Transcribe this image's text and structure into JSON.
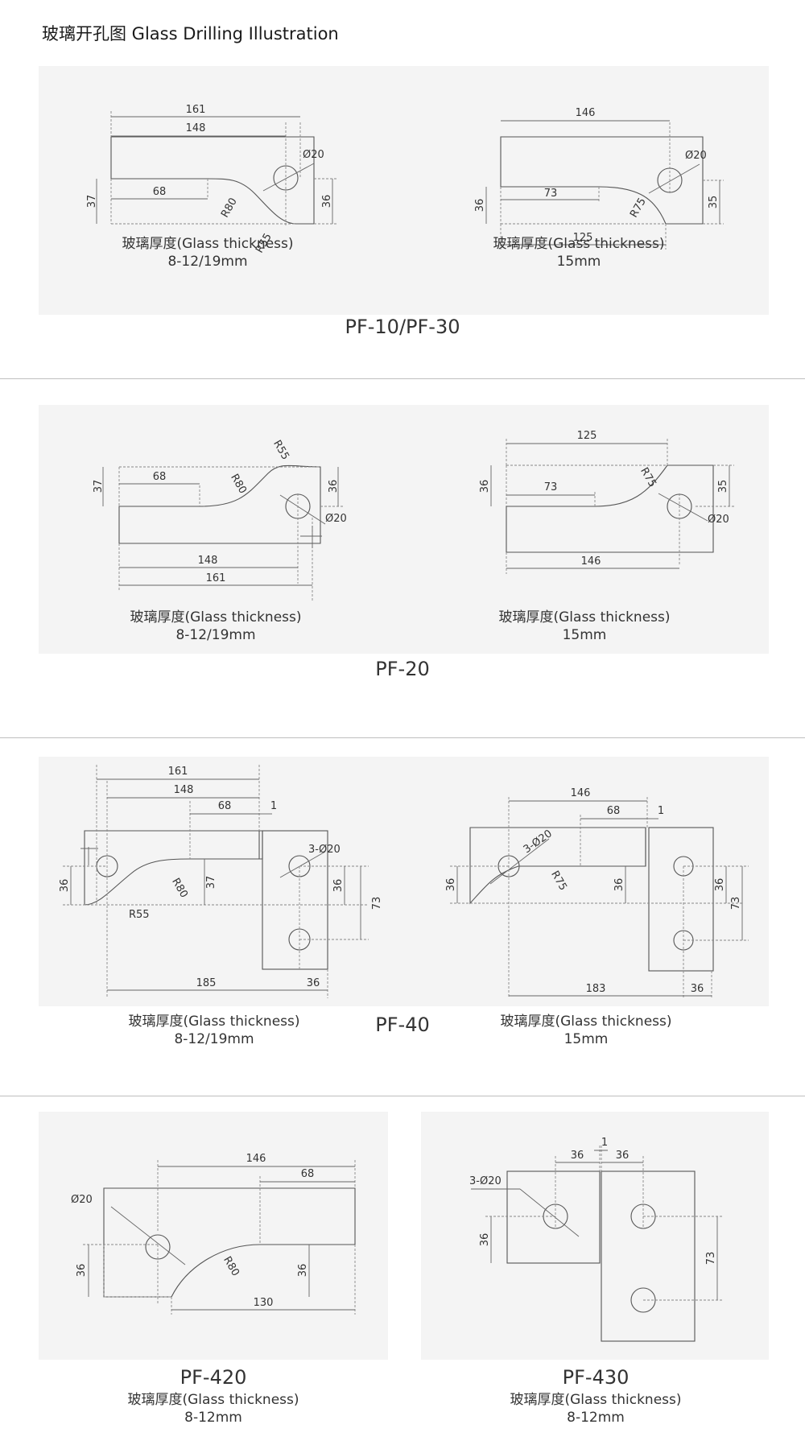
{
  "page": {
    "title": "玻璃开孔图  Glass Drilling Illustration"
  },
  "sections": [
    {
      "model": "PF-10/PF-30",
      "left": {
        "thickness_label": "玻璃厚度(Glass thickness)",
        "thickness_value": "8-12/19mm",
        "dims": {
          "w161": "161",
          "w148": "148",
          "w68": "68",
          "h37": "37",
          "h36": "36",
          "r80": "R80",
          "r55": "R55",
          "hole": "Ø20"
        }
      },
      "right": {
        "thickness_label": "玻璃厚度(Glass thickness)",
        "thickness_value": "15mm",
        "dims": {
          "w146": "146",
          "w73": "73",
          "w125": "125",
          "h36": "36",
          "h35": "35",
          "r75": "R75",
          "hole": "Ø20"
        }
      }
    },
    {
      "model": "PF-20",
      "left": {
        "thickness_label": "玻璃厚度(Glass thickness)",
        "thickness_value": "8-12/19mm",
        "dims": {
          "w161": "161",
          "w148": "148",
          "w68": "68",
          "h37": "37",
          "h36": "36",
          "r80": "R80",
          "r55": "R55",
          "hole": "Ø20"
        }
      },
      "right": {
        "thickness_label": "玻璃厚度(Glass thickness)",
        "thickness_value": "15mm",
        "dims": {
          "w125": "125",
          "w73": "73",
          "w146": "146",
          "h36": "36",
          "h35": "35",
          "r75": "R75",
          "hole": "Ø20"
        }
      }
    },
    {
      "model": "PF-40",
      "left": {
        "thickness_label": "玻璃厚度(Glass thickness)",
        "thickness_value": "8-12/19mm",
        "dims": {
          "w161": "161",
          "w148": "148",
          "w68": "68",
          "gap1": "1",
          "h36a": "36",
          "h37": "37",
          "h36b": "36",
          "h73": "73",
          "r80": "R80",
          "r55": "R55",
          "holes": "3-Ø20",
          "w185": "185",
          "w36": "36"
        }
      },
      "right": {
        "thickness_label": "玻璃厚度(Glass thickness)",
        "thickness_value": "15mm",
        "dims": {
          "w146": "146",
          "w68": "68",
          "gap1": "1",
          "h36a": "36",
          "h36b": "36",
          "h36c": "36",
          "h73": "73",
          "r75": "R75",
          "holes": "3-Ø20",
          "w183": "183",
          "w36": "36"
        }
      }
    },
    {
      "left": {
        "model": "PF-420",
        "thickness_label": "玻璃厚度(Glass thickness)",
        "thickness_value": "8-12mm",
        "dims": {
          "w146": "146",
          "w68": "68",
          "hole": "Ø20",
          "h36a": "36",
          "h36b": "36",
          "r80": "R80",
          "w130": "130"
        }
      },
      "right": {
        "model": "PF-430",
        "thickness_label": "玻璃厚度(Glass thickness)",
        "thickness_value": "8-12mm",
        "dims": {
          "gap1": "1",
          "w36a": "36",
          "w36b": "36",
          "holes": "3-Ø20",
          "h36": "36",
          "h73": "73"
        }
      }
    }
  ]
}
